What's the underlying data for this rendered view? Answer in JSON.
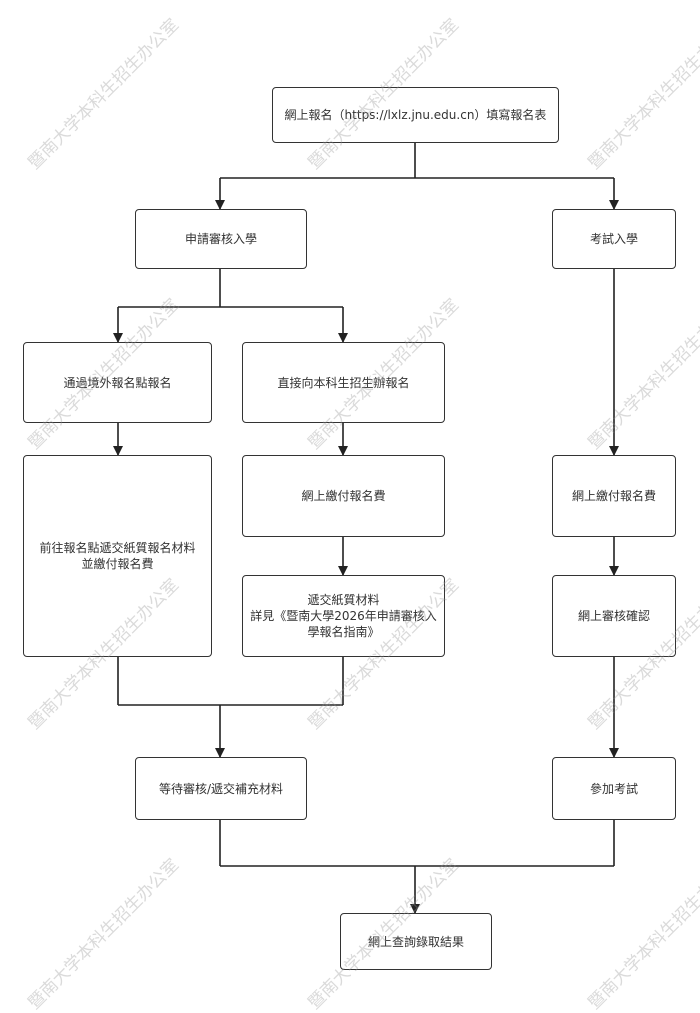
{
  "watermark": "暨南大学本科生招生办公室",
  "nodes": {
    "online_register": "網上報名（https://lxlz.jnu.edu.cn）填寫報名表",
    "review_admission": "申請審核入學",
    "exam_admission": "考試入學",
    "overseas_point": "通過境外報名點報名",
    "direct_office": "直接向本科生招生辦報名",
    "go_to_point": "前往報名點遞交紙質報名材料並繳付報名費",
    "pay_fee_mid": "網上繳付報名費",
    "submit_paper_1": "遞交紙質材料",
    "submit_paper_2": "詳見《暨南大學2026年申請審核入學報名指南》",
    "pay_fee_right": "網上繳付報名費",
    "online_confirm": "網上審核確認",
    "wait_review": "等待審核/遞交補充材料",
    "take_exam": "參加考試",
    "check_result": "網上查詢錄取結果"
  }
}
